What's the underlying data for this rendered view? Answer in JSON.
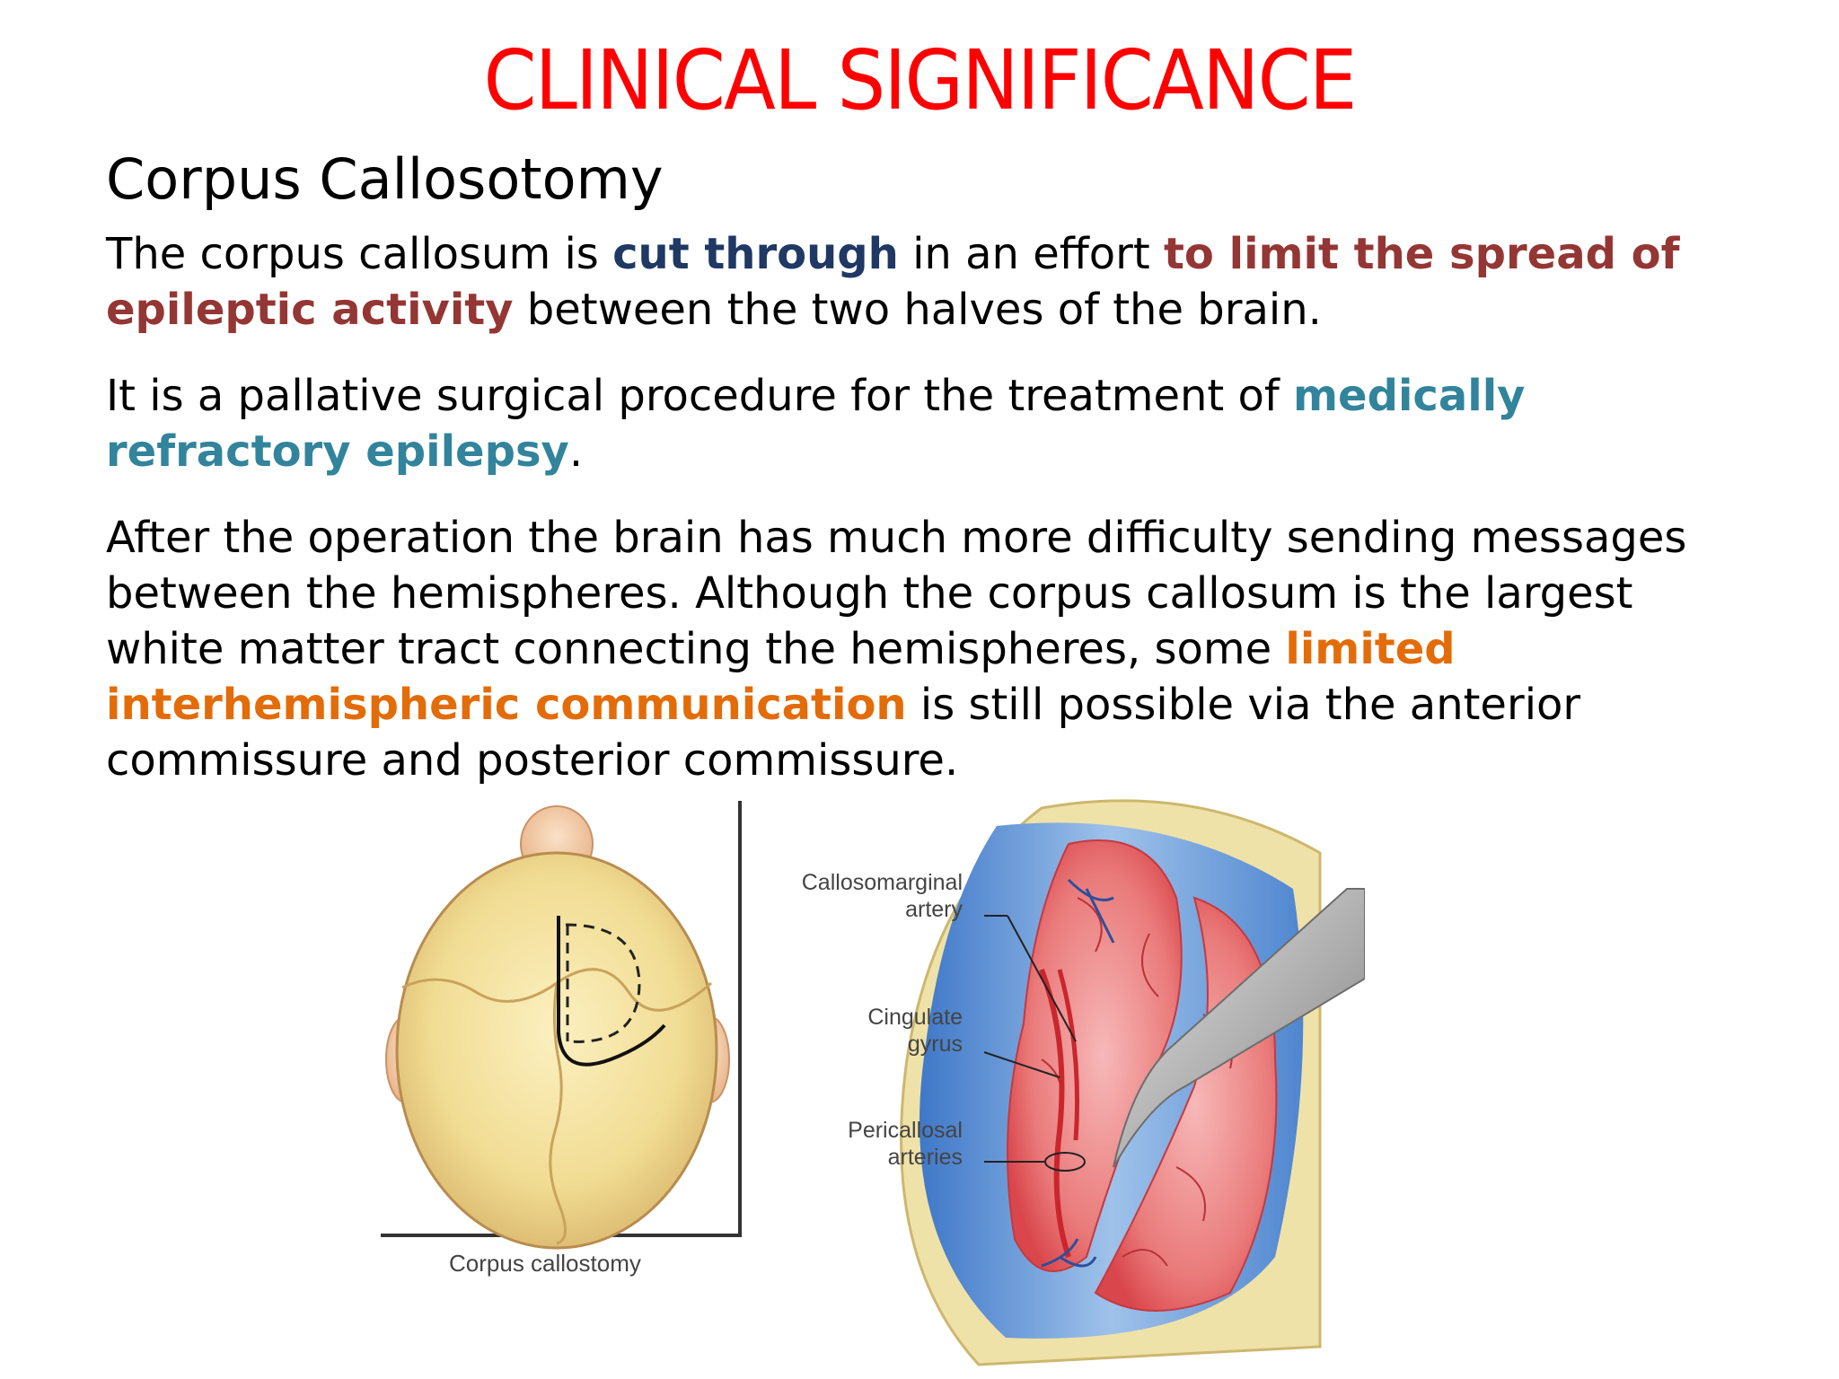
{
  "title": "CLINICAL SIGNIFICANCE",
  "subtitle": "Corpus Callosotomy",
  "para1": {
    "t1": "The corpus callosum is ",
    "h1": "cut through",
    "t2": " in an effort ",
    "h2": "to limit the spread of epileptic activity",
    "t3": " between the two halves of the brain."
  },
  "para2": {
    "t1": "It is a pallative surgical procedure for the treatment of ",
    "h1": "medically refractory epilepsy",
    "t2": "."
  },
  "para3": {
    "t1": "After the operation the brain has much more difficulty sending messages between the hemispheres. Although the corpus callosum is the largest white matter tract connecting the hemispheres, some ",
    "h1": "limited interhemispheric communication",
    "t2": " is still possible via the anterior commissure and posterior commissure."
  },
  "figure_left": {
    "caption": "Corpus callostomy"
  },
  "figure_right": {
    "label1_line1": "Callosomarginal",
    "label1_line2": "artery",
    "label2_line1": "Cingulate",
    "label2_line2": "gyrus",
    "label3_line1": "Pericallosal",
    "label3_line2": "arteries"
  },
  "colors": {
    "title": "#ff0000",
    "navy": "#1f3864",
    "maroon": "#943634",
    "teal": "#31849b",
    "orange": "#e36c09"
  }
}
